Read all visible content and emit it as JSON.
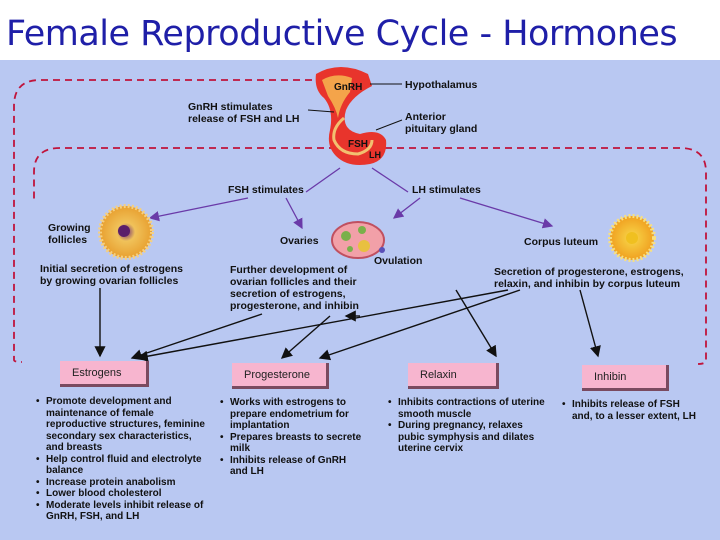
{
  "title": "Female Reproductive Cycle - Hormones",
  "labels": {
    "gnrh": "GnRH",
    "hypothalamus": "Hypothalamus",
    "gnrh_stim_1": "GnRH stimulates",
    "gnrh_stim_2": "release of FSH and LH",
    "anterior_1": "Anterior",
    "anterior_2": "pituitary gland",
    "fsh": "FSH",
    "lh": "LH",
    "fsh_stimulates": "FSH stimulates",
    "lh_stimulates": "LH stimulates",
    "growing_1": "Growing",
    "growing_2": "follicles",
    "ovaries": "Ovaries",
    "ovulation": "Ovulation",
    "corpus_luteum": "Corpus luteum",
    "initial_1": "Initial secretion of estrogens",
    "initial_2": "by growing ovarian follicles",
    "further_1": "Further development of",
    "further_2": "ovarian follicles and their",
    "further_3": "secretion of estrogens,",
    "further_4": "progesterone, and inhibin",
    "secretion_1": "Secretion of progesterone, estrogens,",
    "secretion_2": "relaxin, and inhibin by corpus luteum"
  },
  "hormones": [
    {
      "name": "Estrogens",
      "effects": [
        "Promote development and maintenance of female reproductive structures, feminine secondary sex characteristics, and breasts",
        "Help control fluid and electrolyte balance",
        "Increase protein anabolism",
        "Lower blood cholesterol",
        "Moderate levels inhibit release of GnRH, FSH, and LH"
      ]
    },
    {
      "name": "Progesterone",
      "effects": [
        "Works with estrogens to prepare endometrium for implantation",
        "Prepares breasts to secrete milk",
        "Inhibits release of GnRH and LH"
      ]
    },
    {
      "name": "Relaxin",
      "effects": [
        "Inhibits contractions of uterine smooth muscle",
        "During pregnancy, relaxes pubic symphysis and dilates uterine cervix"
      ]
    },
    {
      "name": "Inhibin",
      "effects": [
        "Inhibits release of FSH and, to a lesser extent, LH"
      ]
    }
  ],
  "colors": {
    "title": "#1f1fa8",
    "panel": "#b9c8f2",
    "feedback_line": "#c0143c",
    "arrow_purple": "#6a3aa8",
    "hormone_box": "#f7b5cf",
    "gland": "#e8342c"
  }
}
